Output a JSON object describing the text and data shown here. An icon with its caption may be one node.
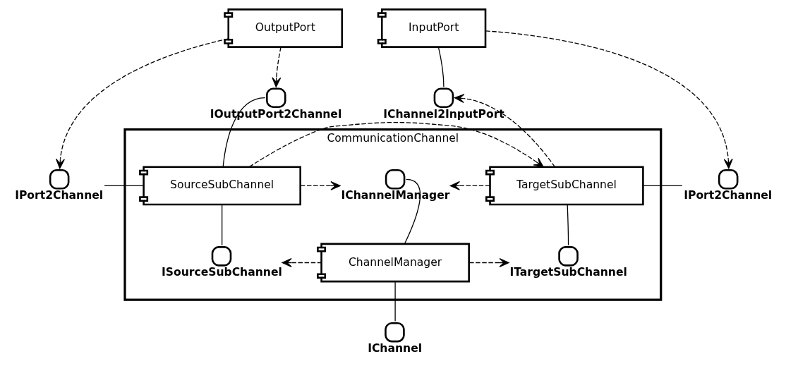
{
  "diagram": {
    "nodes": [
      {
        "text": [
          "OutputPort"
        ]
      },
      {
        "text": [
          "IOutputPort2Channel"
        ]
      },
      {
        "text": [
          "IPort2Channel"
        ]
      },
      {
        "text": [
          "IChannel2InputPort"
        ]
      },
      {
        "text": [
          "InputPort"
        ]
      },
      {
        "text": [
          "IPort2Channel"
        ]
      },
      {
        "text": [
          "CommunicationChannel"
        ]
      },
      {
        "text": [
          "SourceSubChannel"
        ],
        "in": 6
      },
      {
        "text": [
          "IChannelManager"
        ],
        "in": 6
      },
      {
        "text": [
          "TargetSubChannel"
        ],
        "in": 6
      },
      {
        "text": [
          "ISourceSubChannel"
        ],
        "in": 6
      },
      {
        "text": [
          "ChannelManager"
        ],
        "in": 6
      },
      {
        "text": [
          "ITargetSubChannel"
        ],
        "in": 6
      },
      {
        "text": [
          "IChannel"
        ]
      }
    ],
    "edges": [
      {
        "from": 0,
        "to": 1,
        "arrow": "to",
        "style": "dashed"
      },
      {
        "from": 0,
        "to": 2,
        "arrow": "to",
        "style": "dashed"
      },
      {
        "from": 1,
        "to": 7,
        "arrow": "none"
      },
      {
        "from": 2,
        "to": 7,
        "arrow": "none"
      },
      {
        "from": 7,
        "to": 9,
        "arrow": "to",
        "style": "dashed"
      },
      {
        "from": 7,
        "to": 8,
        "arrow": "to",
        "style": "dashed"
      },
      {
        "from": 9,
        "to": 8,
        "arrow": "to",
        "style": "dashed"
      },
      {
        "from": 9,
        "to": 3,
        "arrow": "to",
        "style": "dashed"
      },
      {
        "from": 3,
        "to": 4,
        "arrow": "none"
      },
      {
        "from": 4,
        "to": 5,
        "arrow": "to",
        "style": "dashed"
      },
      {
        "from": 9,
        "to": 5,
        "arrow": "none"
      },
      {
        "from": 7,
        "to": 10,
        "arrow": "none"
      },
      {
        "from": 11,
        "to": 10,
        "arrow": "to",
        "style": "dashed"
      },
      {
        "from": 11,
        "to": 12,
        "arrow": "to",
        "style": "dashed"
      },
      {
        "from": 11,
        "to": 8,
        "arrow": "none"
      },
      {
        "from": 9,
        "to": 12,
        "arrow": "none"
      },
      {
        "from": 11,
        "to": 13,
        "arrow": "none"
      }
    ]
  }
}
